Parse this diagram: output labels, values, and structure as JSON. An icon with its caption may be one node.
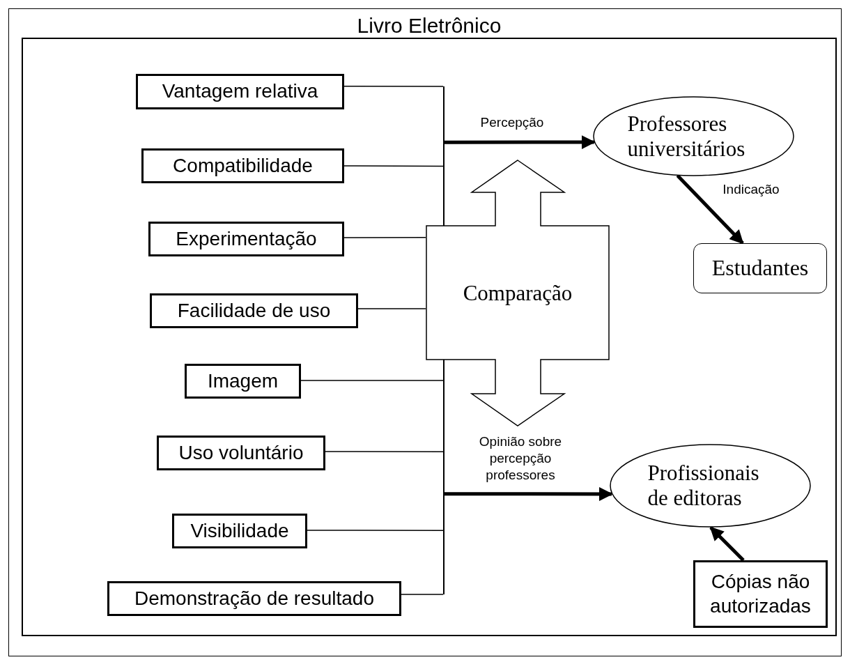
{
  "diagram": {
    "nodes": [
      {
        "text": [
          "Livro Eletrônico"
        ]
      },
      {
        "text": [
          "Vantagem relativa"
        ],
        "in": 0
      },
      {
        "text": [
          "Compatibilidade"
        ],
        "in": 0
      },
      {
        "text": [
          "Experimentação"
        ],
        "in": 0
      },
      {
        "text": [
          "Facilidade de uso"
        ],
        "in": 0
      },
      {
        "text": [
          "Imagem"
        ],
        "in": 0
      },
      {
        "text": [
          "Uso voluntário"
        ],
        "in": 0
      },
      {
        "text": [
          "Visibilidade"
        ],
        "in": 0
      },
      {
        "text": [
          "Demonstração de resultado"
        ],
        "in": 0
      },
      {
        "text": [],
        "shape": "bar",
        "in": 0
      },
      {
        "text": [
          "Professores universitários"
        ],
        "in": 0
      },
      {
        "text": [
          "Comparação"
        ],
        "in": 0
      },
      {
        "text": [
          "Estudantes"
        ],
        "in": 0
      },
      {
        "text": [
          "Profissionais de editoras"
        ],
        "in": 0
      },
      {
        "text": [
          "Cópias não autorizadas"
        ],
        "in": 0
      }
    ],
    "edges": [
      {
        "from": 1,
        "to": 9,
        "arrow": "none"
      },
      {
        "from": 2,
        "to": 9,
        "arrow": "none"
      },
      {
        "from": 3,
        "to": 11,
        "arrow": "none"
      },
      {
        "from": 4,
        "to": 11,
        "arrow": "none"
      },
      {
        "from": 5,
        "to": 9,
        "arrow": "none"
      },
      {
        "from": 6,
        "to": 9,
        "arrow": "none"
      },
      {
        "from": 7,
        "to": 9,
        "arrow": "none"
      },
      {
        "from": 8,
        "to": 9,
        "arrow": "none"
      },
      {
        "from": 9,
        "to": 10,
        "arrow": "to",
        "label": "Percepção",
        "style": "thick"
      },
      {
        "from": 10,
        "to": 12,
        "arrow": "to",
        "label": "Indicação",
        "style": "thick"
      },
      {
        "from": 9,
        "to": 13,
        "arrow": "to",
        "label": "Opinião sobre percepção professores",
        "style": "thick"
      },
      {
        "from": 14,
        "to": 13,
        "arrow": "to",
        "style": "thick"
      }
    ]
  }
}
